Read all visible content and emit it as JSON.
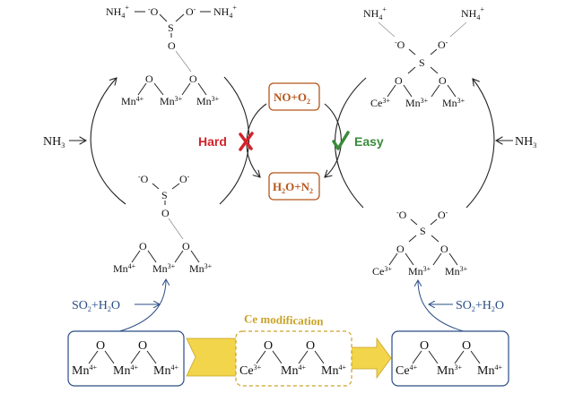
{
  "colors": {
    "hard": "#d2232a",
    "easy": "#3a8a3a",
    "product_box": "#b5561b",
    "blue": "#2a4d85",
    "ce_mod": "#c9a227",
    "yellow_arrow": "#f2d54a"
  },
  "icons": {
    "hard": "cross-icon",
    "easy": "check-icon"
  },
  "labels": {
    "nh3": "NH",
    "nh3_sub": "3",
    "nh4": "NH",
    "nh4_sub": "4",
    "nh4_sup": "+",
    "o": "O",
    "o_minus_sup": "-",
    "s": "S",
    "mn": "Mn",
    "ce": "Ce",
    "sup4": "4+",
    "sup3": "3+",
    "hard": "Hard",
    "easy": "Easy",
    "no_o2": "NO+O",
    "no_o2_sub": "2",
    "h2o_n2_a": "H",
    "h2o_n2_sub1": "2",
    "h2o_n2_b": "O+N",
    "h2o_n2_sub2": "2",
    "so2": "SO",
    "so2_sub": "2",
    "plus_h": "+H",
    "h2o_sub": "2",
    "o_end": "O",
    "ce_modification": "Ce modification",
    "bond_dash": "—"
  }
}
